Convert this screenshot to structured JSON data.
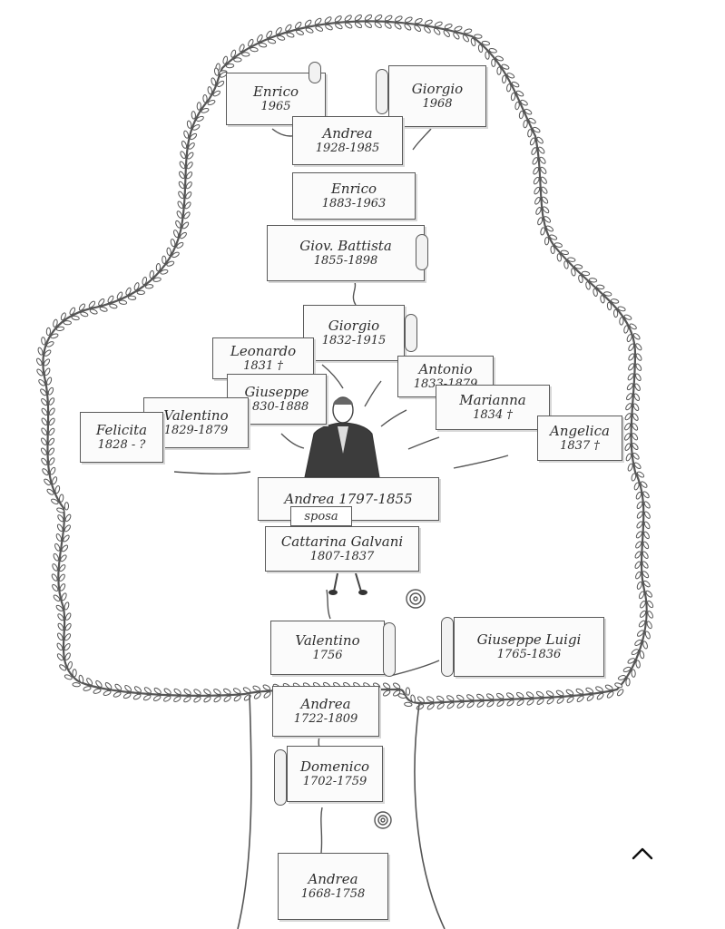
{
  "tree": {
    "people": [
      {
        "id": "enrico-1965",
        "name": "Enrico",
        "dates": "1965"
      },
      {
        "id": "giorgio-1968",
        "name": "Giorgio",
        "dates": "1968"
      },
      {
        "id": "andrea-1928",
        "name": "Andrea",
        "dates": "1928-1985"
      },
      {
        "id": "enrico-1883",
        "name": "Enrico",
        "dates": "1883-1963"
      },
      {
        "id": "giov-battista",
        "name": "Giov. Battista",
        "dates": "1855-1898"
      },
      {
        "id": "giorgio-1832",
        "name": "Giorgio",
        "dates": "1832-1915"
      },
      {
        "id": "leonardo",
        "name": "Leonardo",
        "dates": "1831 †"
      },
      {
        "id": "antonio",
        "name": "Antonio",
        "dates": "1833-1879"
      },
      {
        "id": "giuseppe",
        "name": "Giuseppe",
        "dates": "1830-1888"
      },
      {
        "id": "marianna",
        "name": "Marianna",
        "dates": "1834 †"
      },
      {
        "id": "valentino-1829",
        "name": "Valentino",
        "dates": "1829-1879"
      },
      {
        "id": "felicita",
        "name": "Felicita",
        "dates": "1828 - ?"
      },
      {
        "id": "angelica",
        "name": "Angelica",
        "dates": "1837 †"
      },
      {
        "id": "andrea-1797",
        "name": "Andrea 1797-1855",
        "dates": ""
      },
      {
        "id": "cattarina",
        "name": "Cattarina Galvani",
        "dates": "1807-1837"
      },
      {
        "id": "valentino-1756",
        "name": "Valentino",
        "dates": "1756"
      },
      {
        "id": "giuseppe-luigi",
        "name": "Giuseppe Luigi",
        "dates": "1765-1836"
      },
      {
        "id": "andrea-1722",
        "name": "Andrea",
        "dates": "1722-1809"
      },
      {
        "id": "domenico",
        "name": "Domenico",
        "dates": "1702-1759"
      },
      {
        "id": "andrea-1668",
        "name": "Andrea",
        "dates": "1668-1758"
      }
    ],
    "sposa": "sposa"
  },
  "colors": {
    "ink": "#4a4a4a",
    "paper": "#fbfbfb"
  },
  "icons": {
    "scroll-up": "chevron-up-icon"
  }
}
